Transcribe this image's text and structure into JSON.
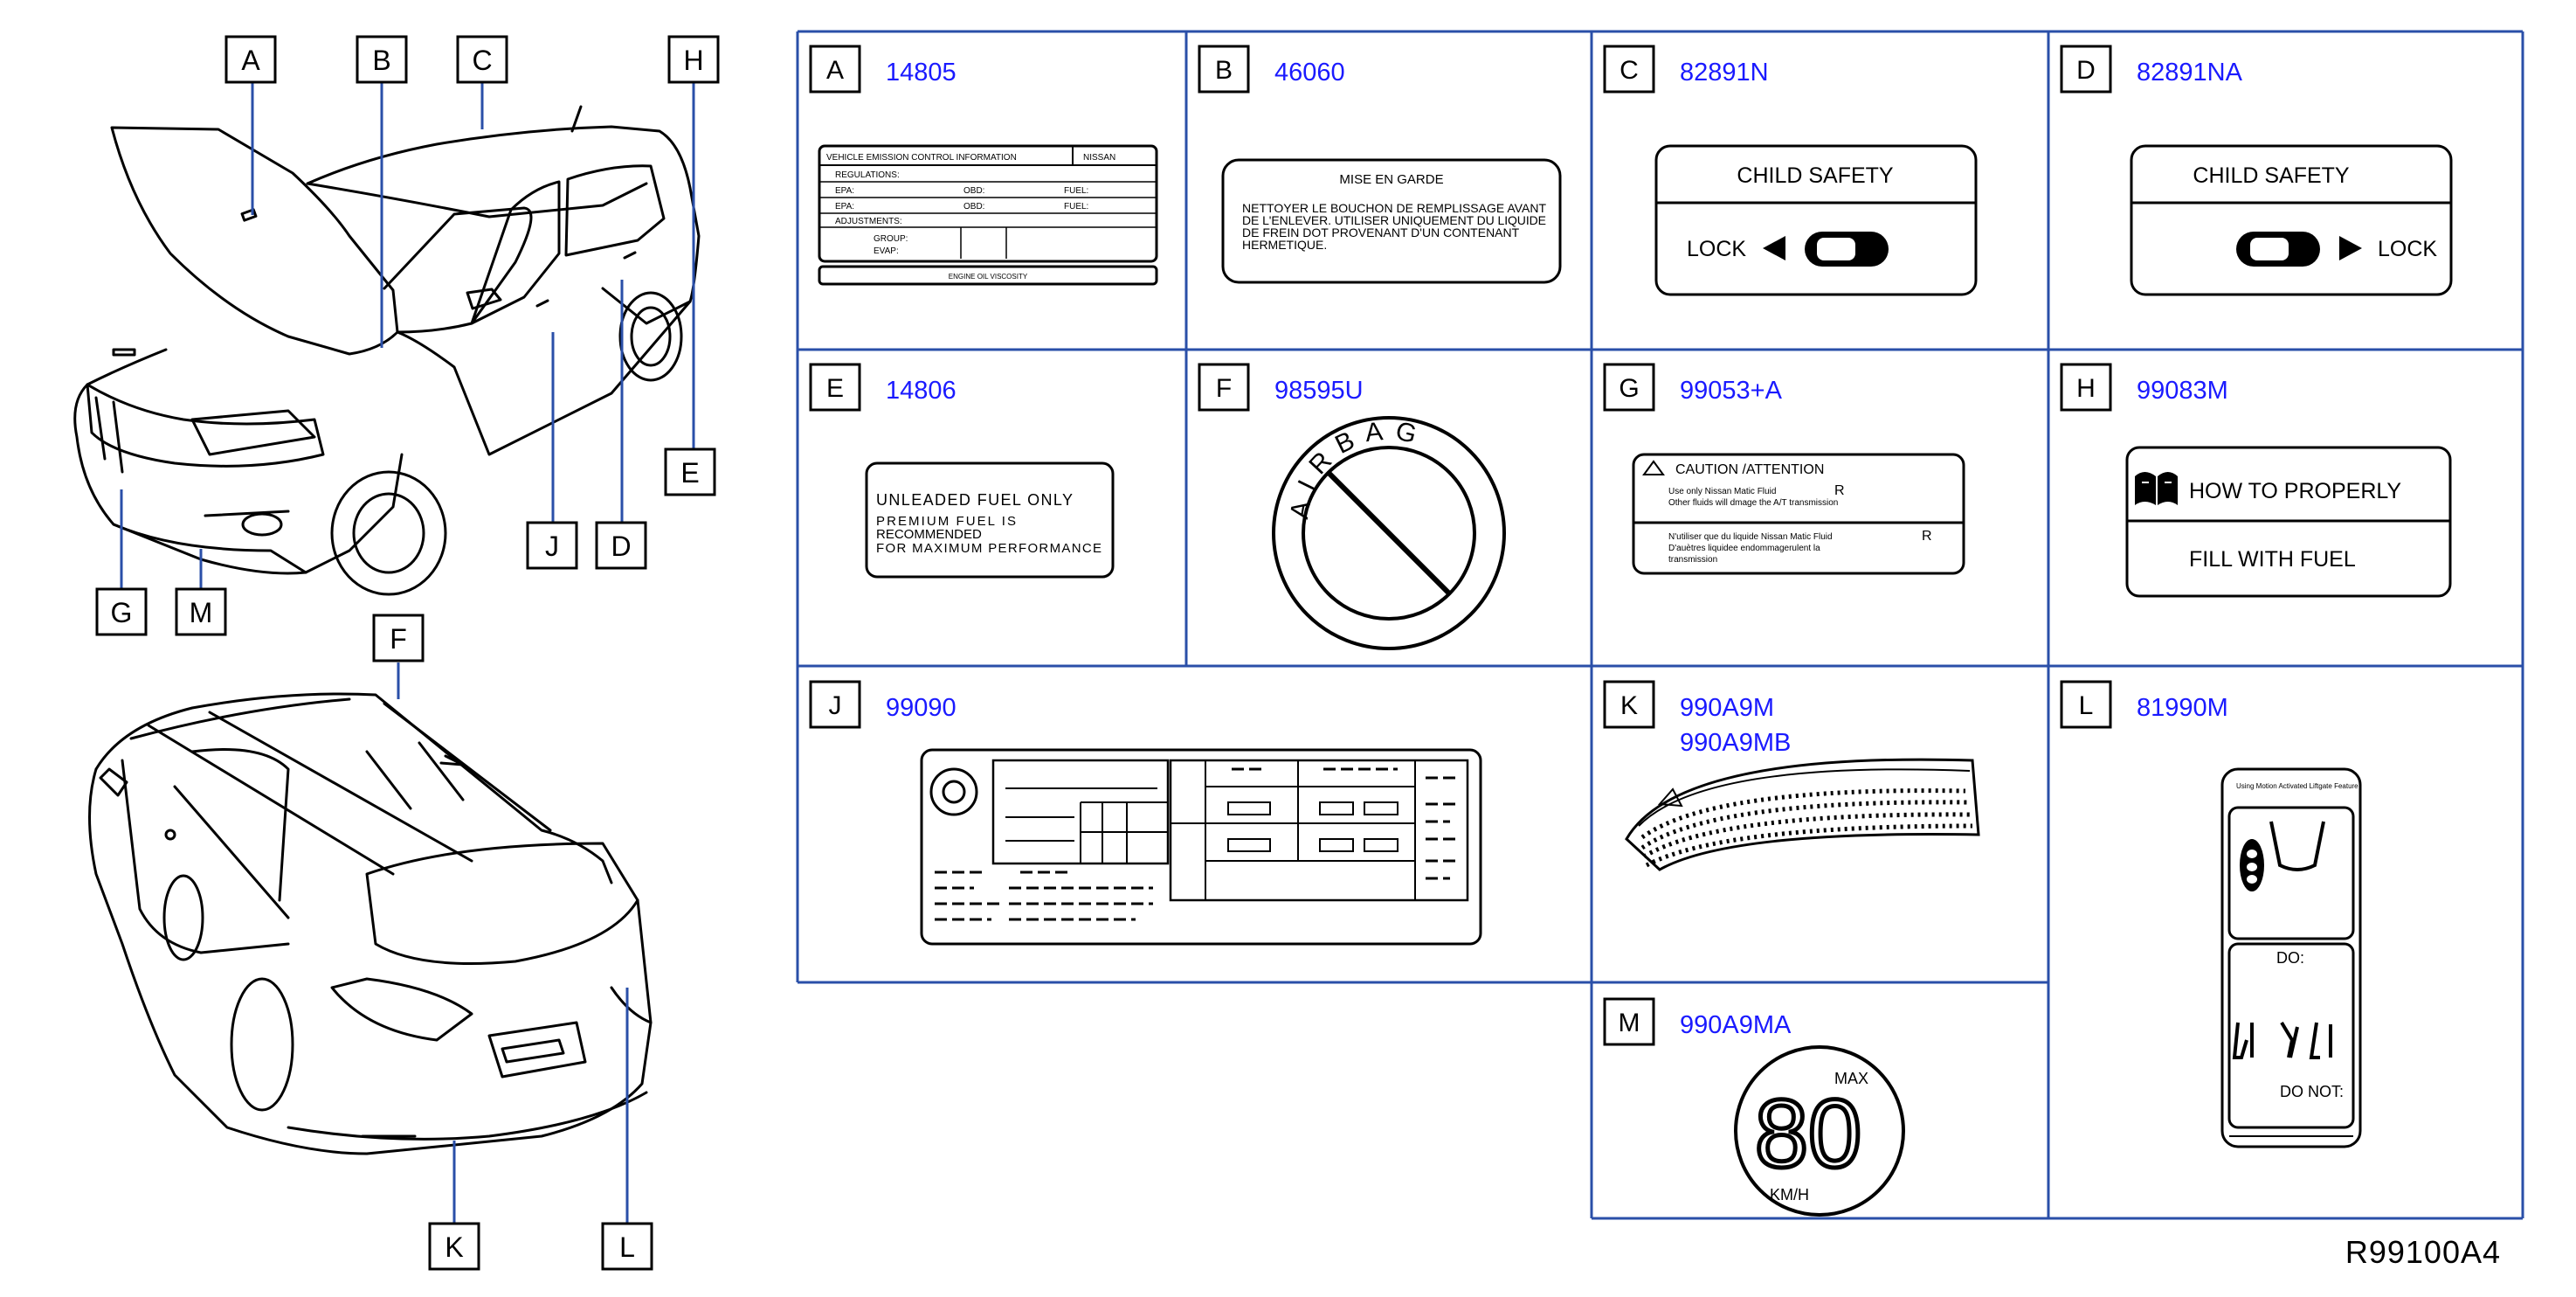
{
  "diagram": {
    "reference_code": "R99100A4",
    "grid_color": "#2a4fa8",
    "part_number_color": "#1a1aff",
    "callouts": [
      "A",
      "B",
      "C",
      "H",
      "E",
      "J",
      "D",
      "G",
      "M",
      "F",
      "K",
      "L"
    ],
    "cells": [
      {
        "letter": "A",
        "part_numbers": [
          "14805"
        ]
      },
      {
        "letter": "B",
        "part_numbers": [
          "46060"
        ]
      },
      {
        "letter": "C",
        "part_numbers": [
          "82891N"
        ]
      },
      {
        "letter": "D",
        "part_numbers": [
          "82891NA"
        ]
      },
      {
        "letter": "E",
        "part_numbers": [
          "14806"
        ]
      },
      {
        "letter": "F",
        "part_numbers": [
          "98595U"
        ]
      },
      {
        "letter": "G",
        "part_numbers": [
          "99053+A"
        ]
      },
      {
        "letter": "H",
        "part_numbers": [
          "99083M"
        ]
      },
      {
        "letter": "J",
        "part_numbers": [
          "99090"
        ]
      },
      {
        "letter": "K",
        "part_numbers": [
          "990A9M",
          "990A9MB"
        ]
      },
      {
        "letter": "L",
        "part_numbers": [
          "81990M"
        ]
      },
      {
        "letter": "M",
        "part_numbers": [
          "990A9MA"
        ]
      }
    ],
    "labels": {
      "a": {
        "title": "VEHICLE EMISSION CONTROL INFORMATION",
        "brand": "NISSAN",
        "regulations": "REGULATIONS:",
        "epa": "EPA:",
        "obd": "OBD:",
        "fuel": "FUEL:",
        "adjustments": "ADJUSTMENTS:",
        "group": "GROUP:",
        "evap": "EVAP:",
        "engine_oil": "ENGINE OIL VISCOSITY"
      },
      "b": {
        "title": "MISE EN GARDE",
        "line1": "NETTOYER LE BOUCHON DE REMPLISSAGE AVANT",
        "line2": "DE L'ENLEVER. UTILISER UNIQUEMENT DU LIQUIDE",
        "line3": "DE FREIN DOT PROVENANT D'UN CONTENANT",
        "line4": "HERMETIQUE."
      },
      "c": {
        "title": "CHILD SAFETY",
        "lock": "LOCK"
      },
      "d": {
        "title": "CHILD SAFETY",
        "lock": "LOCK"
      },
      "e": {
        "line1": "UNLEADED FUEL ONLY",
        "line2": "PREMIUM FUEL IS",
        "line3": "RECOMMENDED",
        "line4": "FOR MAXIMUM PERFORMANCE"
      },
      "f": {
        "text": "AIRBAG"
      },
      "g": {
        "title": "CAUTION /ATTENTION",
        "en1": "Use only Nissan Matic Fluid",
        "en2": "Other fluids will dmage the A/T transmission",
        "fr1": "N'utiliser que du liquide Nissan Matic Fluid",
        "fr2": "D'auètres liquidee endommagerulent la",
        "fr3": "transmission",
        "r": "R"
      },
      "h": {
        "line1": "HOW TO PROPERLY",
        "line2": "FILL WITH FUEL"
      },
      "l": {
        "header": "Using Motion Activated Liftgate Feature",
        "do": "DO:",
        "do_not": "DO NOT:"
      },
      "m": {
        "max": "MAX",
        "speed": "80",
        "unit": "KM/H"
      }
    }
  }
}
